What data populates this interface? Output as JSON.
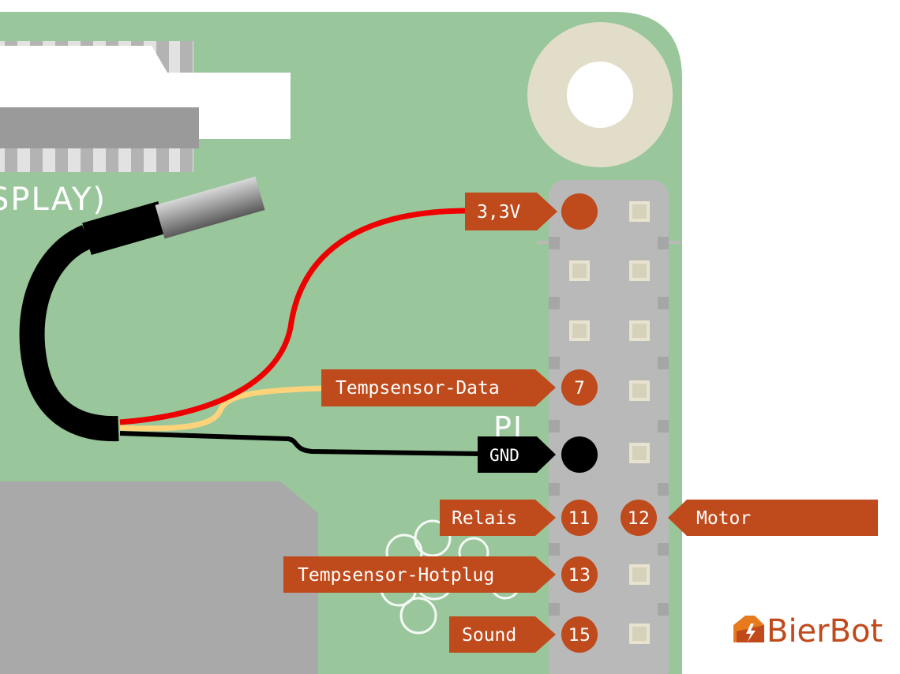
{
  "board": {
    "silkscreen_text": "SPLAY)",
    "silkscreen_pi": "PI"
  },
  "colors": {
    "board": "#99c69a",
    "header": "#b9b9b9",
    "pin_active": "#bf4a1c",
    "pin_gnd": "#000000",
    "label_bg": "#bf4a1c",
    "wire_vcc": "#ee0000",
    "wire_data": "#ffd37a",
    "wire_gnd": "#000000",
    "brand": "#c04a1b"
  },
  "pins": {
    "vcc": {
      "label": "3,3V"
    },
    "data": {
      "label": "Tempsensor-Data",
      "number": "7"
    },
    "gnd": {
      "label": "GND"
    },
    "relais": {
      "label": "Relais",
      "number": "11"
    },
    "motor": {
      "label": "Motor",
      "number": "12"
    },
    "hotplug": {
      "label": "Tempsensor-Hotplug",
      "number": "13"
    },
    "sound": {
      "label": "Sound",
      "number": "15"
    }
  },
  "brand": {
    "name": "BierBot"
  }
}
